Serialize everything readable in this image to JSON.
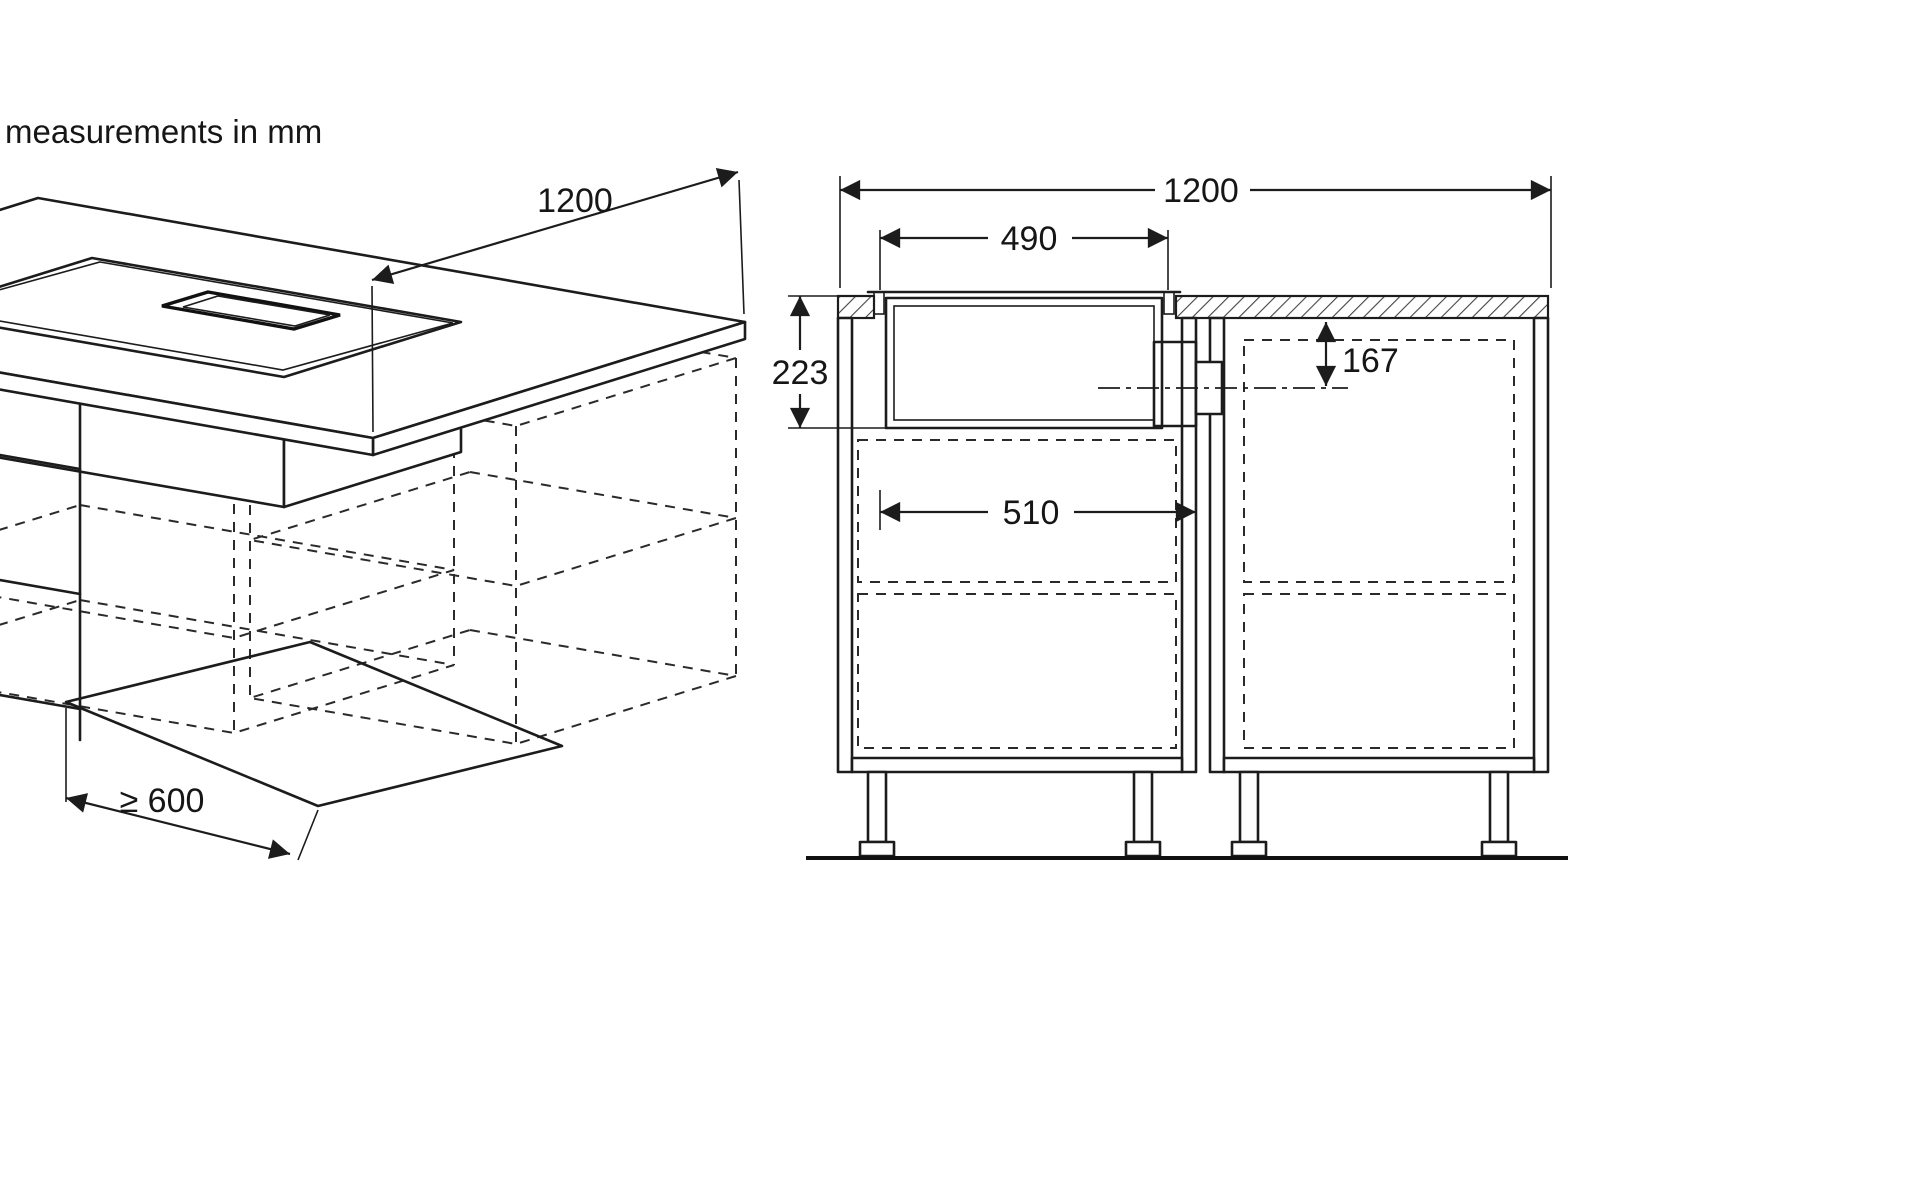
{
  "note_label": "measurements in mm",
  "isometric_view": {
    "dim_depth": "1200",
    "dim_clearance": "≥ 600"
  },
  "section_view": {
    "dim_total_depth": "1200",
    "dim_cutout": "490",
    "dim_appliance_height": "223",
    "dim_duct_axis": "167",
    "dim_niche": "510"
  },
  "colors": {
    "line": "#1c1c1c",
    "text": "#161616",
    "floor_panel_fill": "#c9c9c9",
    "background": "#ffffff"
  }
}
